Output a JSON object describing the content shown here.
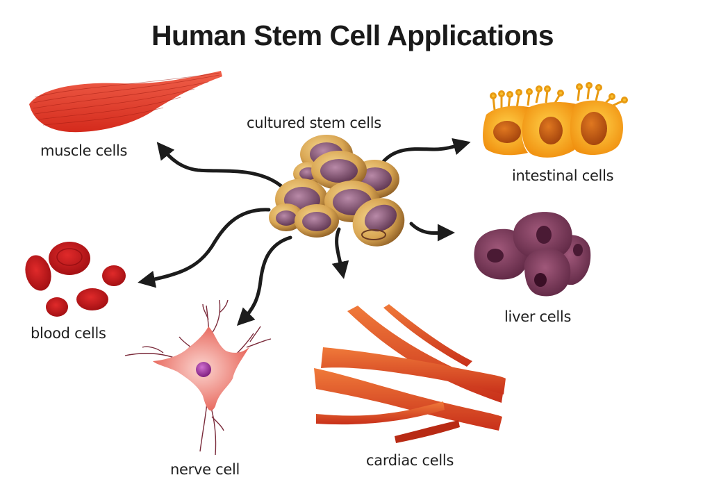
{
  "title": "Human Stem Cell Applications",
  "center": {
    "label": "cultured stem cells"
  },
  "targets": [
    {
      "id": "muscle",
      "label": "muscle cells"
    },
    {
      "id": "intestinal",
      "label": "intestinal cells"
    },
    {
      "id": "liver",
      "label": "liver cells"
    },
    {
      "id": "blood",
      "label": "blood cells"
    },
    {
      "id": "nerve",
      "label": "nerve cell"
    },
    {
      "id": "cardiac",
      "label": "cardiac cells"
    }
  ],
  "colors": {
    "arrow": "#1c1c1c",
    "stem_shell": "#d9a653",
    "stem_nucleus": "#8a5a78",
    "muscle": "#e03a2a",
    "intestinal": "#f5a012",
    "liver": "#7a3552",
    "blood": "#c4141a",
    "nerve": "#e8685e",
    "nerve_nucleus": "#a03aa0",
    "cardiac": "#e0421c"
  }
}
